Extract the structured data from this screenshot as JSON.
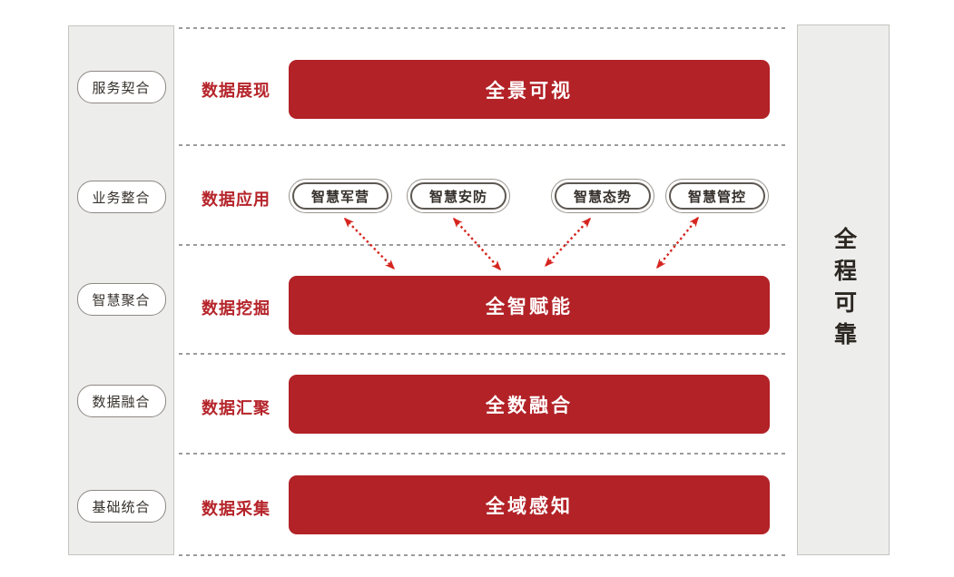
{
  "diagram": {
    "left_panel": {
      "items": [
        "服务契合",
        "业务整合",
        "智慧聚合",
        "数据融合",
        "基础统合"
      ]
    },
    "right_panel": {
      "label": "全程可靠"
    },
    "rows": [
      {
        "label": "数据展现",
        "bar": "全景可视"
      },
      {
        "label": "数据应用",
        "pills": [
          "智慧军营",
          "智慧安防",
          "智慧态势",
          "智慧管控"
        ]
      },
      {
        "label": "数据挖掘",
        "bar": "全智赋能"
      },
      {
        "label": "数据汇聚",
        "bar": "全数融合"
      },
      {
        "label": "数据采集",
        "bar": "全域感知"
      }
    ],
    "colors": {
      "bar_red": "#b22227",
      "label_red": "#b5242a",
      "arrow_red": "#d6251f",
      "panel_gray": "#ededec"
    }
  }
}
